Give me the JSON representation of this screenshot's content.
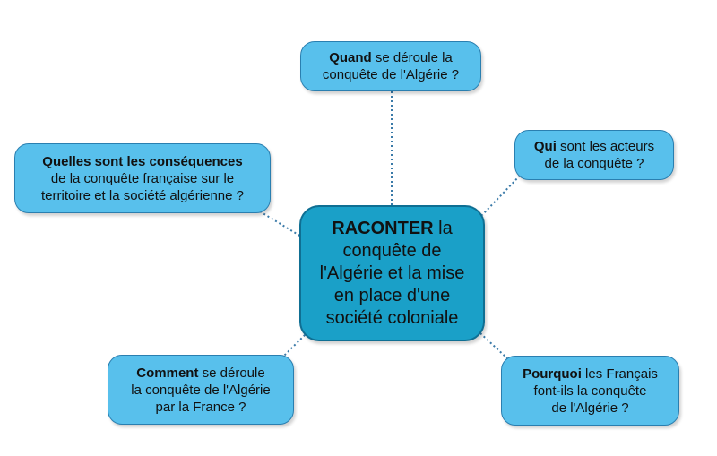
{
  "center": {
    "bold": "RACONTER",
    "rest": " la",
    "lines": [
      "conquête de",
      "l'Algérie et la mise",
      "en place d'une",
      "société coloniale"
    ]
  },
  "nodes": {
    "quand": {
      "bold": "Quand",
      "rest": " se déroule la",
      "line2": "conquête de l'Algérie ?"
    },
    "qui": {
      "bold": "Qui",
      "rest": " sont les acteurs",
      "line2": "de la conquête ?"
    },
    "consequences": {
      "bold": "Quelles sont les conséquences",
      "line2": "de la conquête française sur le",
      "line3": "territoire et la société algérienne ?"
    },
    "comment": {
      "bold": "Comment",
      "rest": " se déroule",
      "line2": "la conquête de l'Algérie",
      "line3": "par la France ?"
    },
    "pourquoi": {
      "bold": "Pourquoi",
      "rest": " les Français",
      "line2": "font-ils la conquête",
      "line3": "de l'Algérie ?"
    }
  },
  "colors": {
    "node_fill": "#58c0ec",
    "center_fill": "#1aa0c8",
    "link_color": "#3a7aa8"
  }
}
